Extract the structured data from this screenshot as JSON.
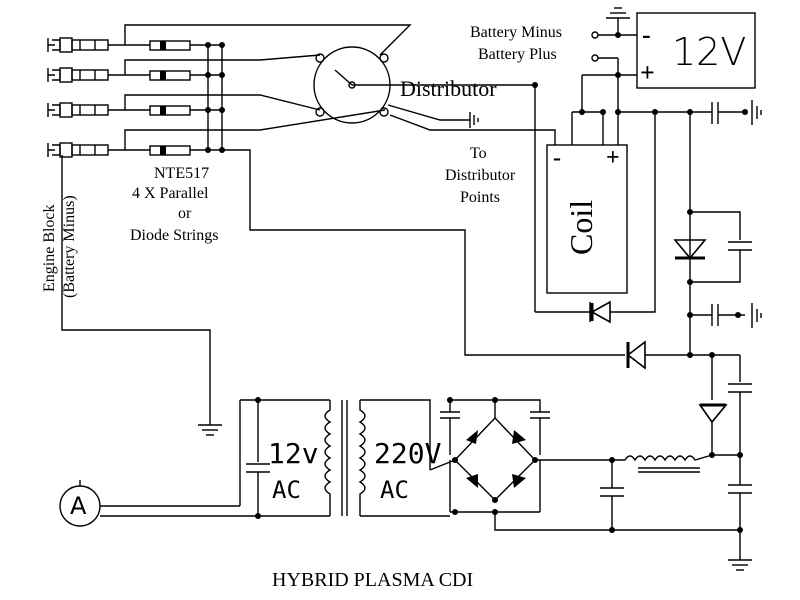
{
  "title": "HYBRID PLASMA CDI",
  "labels": {
    "battery_minus": "Battery Minus",
    "battery_plus": "Battery Plus",
    "distributor": "Distributor",
    "to_distributor_points": [
      "To",
      "Distributor",
      "Points"
    ],
    "diode": [
      "NTE517",
      "4 X Parallel",
      "or",
      "Diode Strings"
    ],
    "engine_block": [
      "Engine Block",
      "(Battery Minus)"
    ],
    "coil": "Coil",
    "coil_minus": "-",
    "coil_plus": "+",
    "battery_voltage": "12V",
    "battery_neg_sign": "-",
    "battery_pos_sign": "+",
    "primary_voltage": "12v",
    "primary_ac": "AC",
    "secondary_voltage": "220V",
    "secondary_ac": "AC",
    "ammeter": "A"
  },
  "colors": {
    "line": "#000000",
    "background": "#ffffff"
  }
}
